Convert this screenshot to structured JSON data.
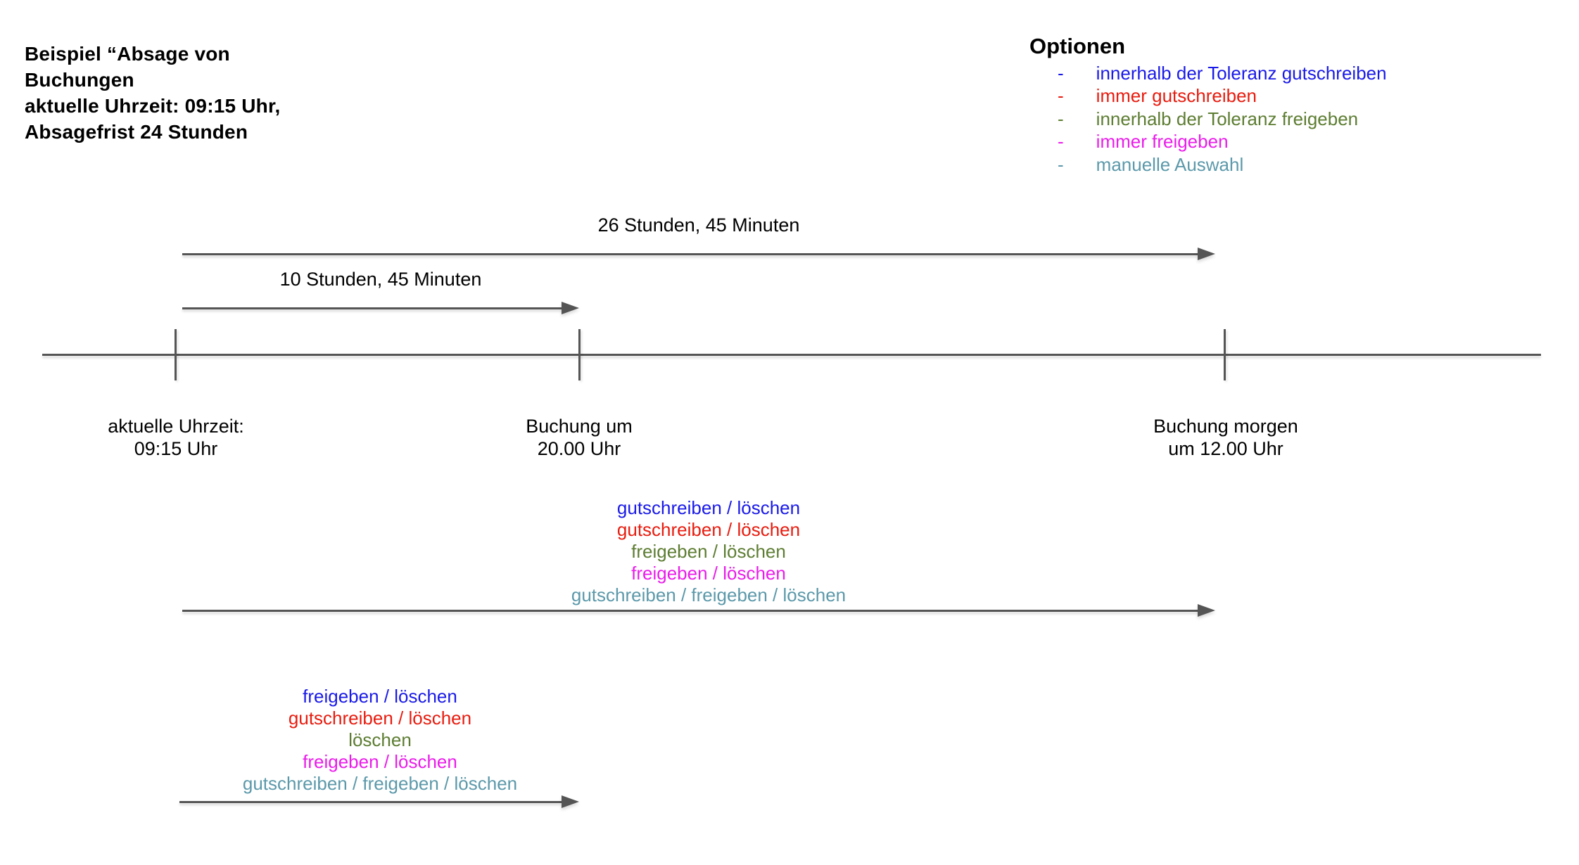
{
  "title": {
    "lines": [
      "Beispiel “Absage von",
      "Buchungen",
      "aktuelle Uhrzeit: 09:15 Uhr,",
      "Absagefrist 24 Stunden"
    ]
  },
  "options": {
    "heading": "Optionen",
    "bullet": "-",
    "items": [
      {
        "label": "innerhalb der Toleranz gutschreiben",
        "color": "#1a1ae8"
      },
      {
        "label": "immer gutschreiben",
        "color": "#e81c0f"
      },
      {
        "label": "innerhalb der Toleranz freigeben",
        "color": "#5d7d32"
      },
      {
        "label": "immer freigeben",
        "color": "#ea1dea"
      },
      {
        "label": "manuelle Auswahl",
        "color": "#5c99aa"
      }
    ]
  },
  "durations": {
    "long": "26 Stunden, 45 Minuten",
    "short": "10 Stunden, 45 Minuten"
  },
  "timeline": {
    "markers": [
      {
        "line1": "aktuelle Uhrzeit:",
        "line2": "09:15 Uhr"
      },
      {
        "line1": "Buchung um",
        "line2": "20.00 Uhr"
      },
      {
        "line1": "Buchung morgen",
        "line2": "um 12.00 Uhr"
      }
    ]
  },
  "action_blocks": [
    {
      "name": "actions-until-booking-today",
      "lines": [
        {
          "text": "gutschreiben / löschen",
          "color": "#1a1ae8"
        },
        {
          "text": "gutschreiben / löschen",
          "color": "#e81c0f"
        },
        {
          "text": "freigeben / löschen",
          "color": "#5d7d32"
        },
        {
          "text": "freigeben / löschen",
          "color": "#ea1dea"
        },
        {
          "text": "gutschreiben / freigeben / löschen",
          "color": "#5c99aa"
        }
      ]
    },
    {
      "name": "actions-until-tolerance-window",
      "lines": [
        {
          "text": "freigeben / löschen",
          "color": "#1a1ae8"
        },
        {
          "text": "gutschreiben / löschen",
          "color": "#e81c0f"
        },
        {
          "text": "löschen",
          "color": "#5d7d32"
        },
        {
          "text": "freigeben / löschen",
          "color": "#ea1dea"
        },
        {
          "text": "gutschreiben / freigeben / löschen",
          "color": "#5c99aa"
        }
      ]
    }
  ],
  "colors": {
    "line": "#555555",
    "text": "#000000"
  }
}
